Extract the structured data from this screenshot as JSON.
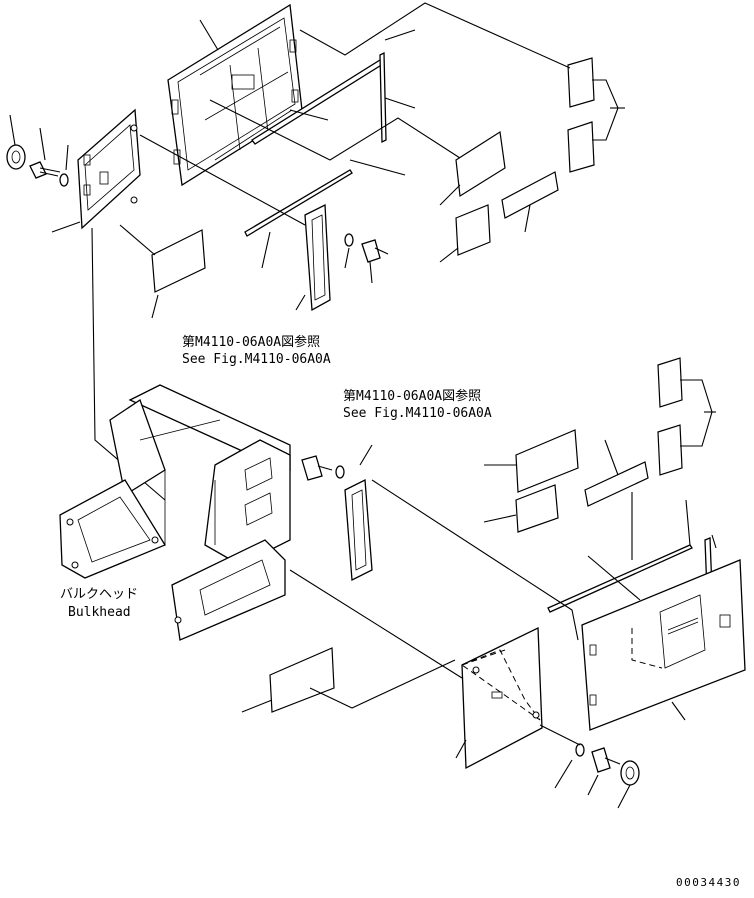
{
  "references": {
    "upper_jp": "第M4110-06A0A図参照",
    "upper_en": "See Fig.M4110-06A0A",
    "lower_jp": "第M4110-06A0A図参照",
    "lower_en": "See Fig.M4110-06A0A"
  },
  "bulkhead": {
    "jp": "バルクヘッド",
    "en": "Bulkhead"
  },
  "drawing_number": "00034430"
}
